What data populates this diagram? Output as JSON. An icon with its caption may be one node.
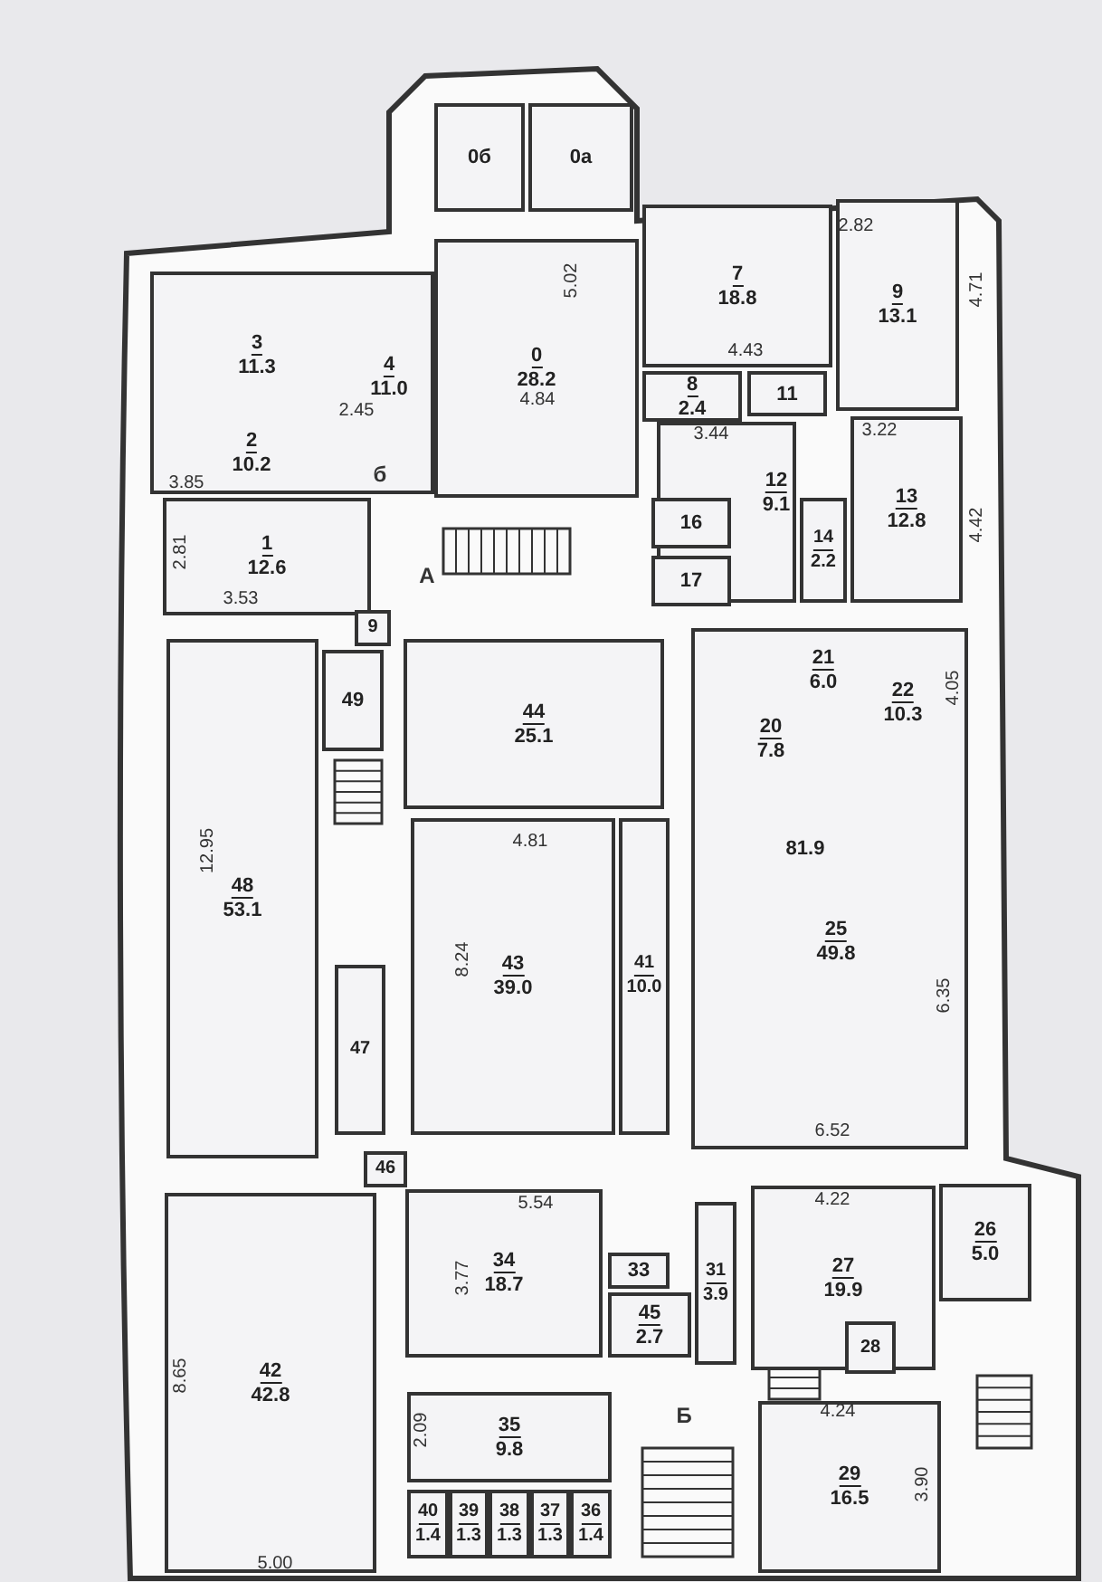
{
  "diagram": {
    "nodes": [
      {
        "text": [
          "0б"
        ]
      },
      {
        "text": [
          "0а"
        ]
      },
      {
        "text": [
          "3",
          "11.3",
          "4",
          "11.0",
          "2",
          "10.2"
        ]
      },
      {
        "text": [
          "0",
          "28.2"
        ]
      },
      {
        "text": [
          "7",
          "18.8"
        ]
      },
      {
        "text": [
          "9",
          "13.1"
        ]
      },
      {
        "text": [
          "8",
          "2.4"
        ]
      },
      {
        "text": [
          "11"
        ]
      },
      {
        "text": [
          "12",
          "9.1"
        ]
      },
      {
        "text": [
          "13",
          "12.8"
        ]
      },
      {
        "text": [
          "16"
        ],
        "in": 8
      },
      {
        "text": [
          "17"
        ],
        "in": 8
      },
      {
        "text": [
          "14",
          "2.2"
        ]
      },
      {
        "text": [
          "1",
          "12.6"
        ]
      },
      {
        "text": [
          "9"
        ]
      },
      {
        "text": [
          "49"
        ]
      },
      {
        "text": [
          "44",
          "25.1"
        ]
      },
      {
        "text": [
          "21",
          "6.0",
          "22",
          "10.3",
          "20",
          "7.8",
          "81.9",
          "25",
          "49.8"
        ]
      },
      {
        "text": [
          "48",
          "53.1"
        ]
      },
      {
        "text": [
          "43",
          "39.0"
        ]
      },
      {
        "text": [
          "41",
          "10.0"
        ]
      },
      {
        "text": [
          "47"
        ]
      },
      {
        "text": [
          "46"
        ]
      },
      {
        "text": [
          "42",
          "42.8"
        ]
      },
      {
        "text": [
          "34",
          "18.7"
        ]
      },
      {
        "text": [
          "33"
        ]
      },
      {
        "text": [
          "31",
          "3.9"
        ]
      },
      {
        "text": [
          "45",
          "2.7"
        ]
      },
      {
        "text": [
          "27",
          "19.9"
        ]
      },
      {
        "text": [
          "26",
          "5.0"
        ]
      },
      {
        "text": [
          "28"
        ],
        "in": 28
      },
      {
        "text": [
          "35",
          "9.8"
        ]
      },
      {
        "text": [
          "40",
          "1.4"
        ]
      },
      {
        "text": [
          "39",
          "1.3"
        ]
      },
      {
        "text": [
          "38",
          "1.3"
        ]
      },
      {
        "text": [
          "37",
          "1.3"
        ]
      },
      {
        "text": [
          "36",
          "1.4"
        ]
      },
      {
        "text": [
          "29",
          "16.5"
        ]
      }
    ],
    "labels": [
      "5.02",
      "2.82",
      "4.71",
      "4.43",
      "2.45",
      "4.84",
      "3.44",
      "3.22",
      "б",
      "3.85",
      "4.42",
      "2.81",
      "А",
      "3.53",
      "4.05",
      "12.95",
      "4.81",
      "8.24",
      "6.35",
      "6.52",
      "5.54",
      "4.22",
      "3.77",
      "8.65",
      "2.09",
      "4.24",
      "Б",
      "3.90",
      "5.00"
    ]
  }
}
